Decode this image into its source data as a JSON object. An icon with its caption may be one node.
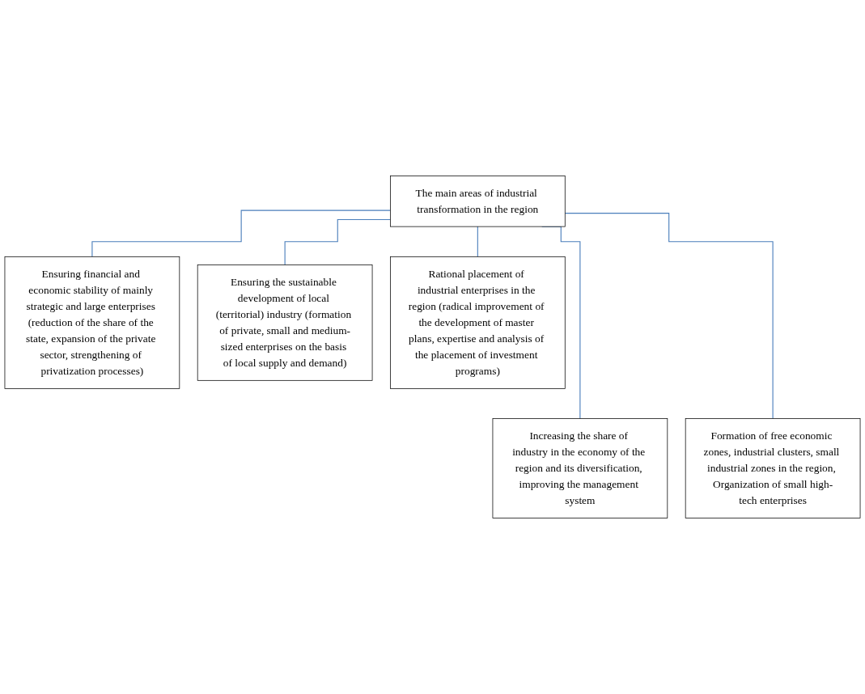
{
  "diagram": {
    "nodes": [
      {
        "text": [
          "The main areas of industrial transformation in the region"
        ]
      },
      {
        "text": [
          "Ensuring financial and economic stability of mainly strategic and large enterprises (reduction of the share of the state, expansion of the private sector, strengthening of privatization processes)"
        ]
      },
      {
        "text": [
          "Ensuring the sustainable development of local (territorial) industry (formation of private, small and medium-sized enterprises on the basis of local supply and demand)"
        ]
      },
      {
        "text": [
          "Rational placement of industrial enterprises in the region (radical improvement of the development of master plans, expertise and analysis of the placement of investment programs)"
        ]
      },
      {
        "text": [
          "Increasing the share of industry in the economy of the region and its diversification, improving the management system"
        ]
      },
      {
        "text": [
          "Formation of free economic zones, industrial clusters, small industrial zones in the region, Organization of small high-tech enterprises"
        ]
      }
    ],
    "edges": [
      {
        "from": 0,
        "to": 1,
        "arrow": "none"
      },
      {
        "from": 0,
        "to": 4,
        "arrow": "none"
      },
      {
        "from": 0,
        "to": 2,
        "arrow": "none"
      },
      {
        "from": 0,
        "to": 5,
        "arrow": "none"
      },
      {
        "from": 0,
        "to": 3,
        "arrow": "none"
      }
    ]
  }
}
